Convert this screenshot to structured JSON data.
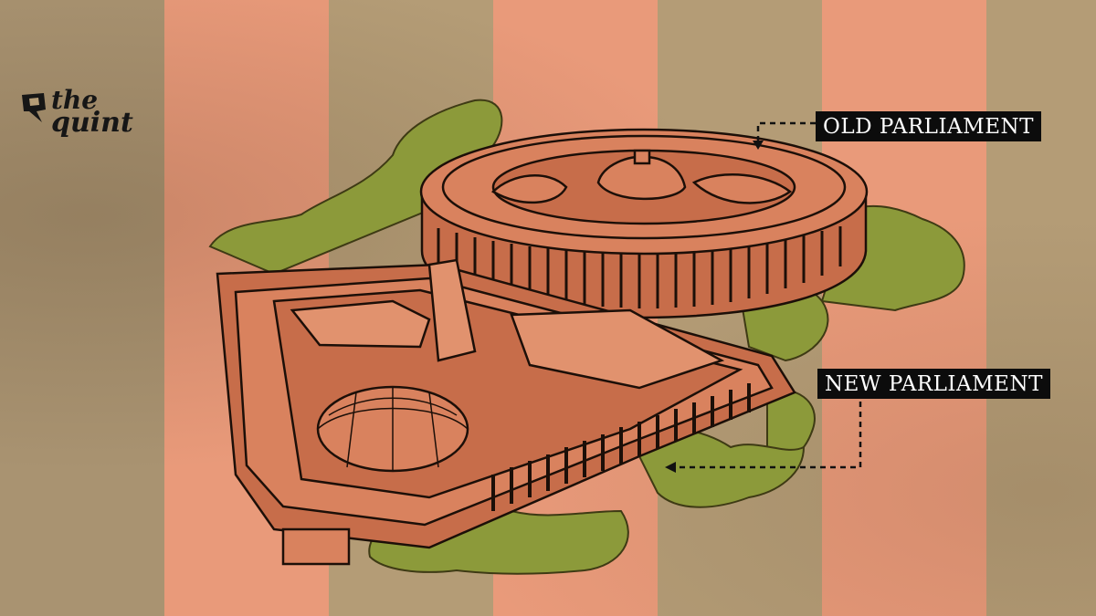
{
  "brand": {
    "line1": "the",
    "line2": "quint"
  },
  "labels": {
    "old": "OLD PARLIAMENT",
    "new": "NEW PARLIAMENT"
  },
  "colors": {
    "stripe_tan": "#b49c76",
    "stripe_salmon": "#e99a7a",
    "building": "#d9825e",
    "foliage": "#8c9a3a",
    "label_bg": "#0c0c0c"
  }
}
